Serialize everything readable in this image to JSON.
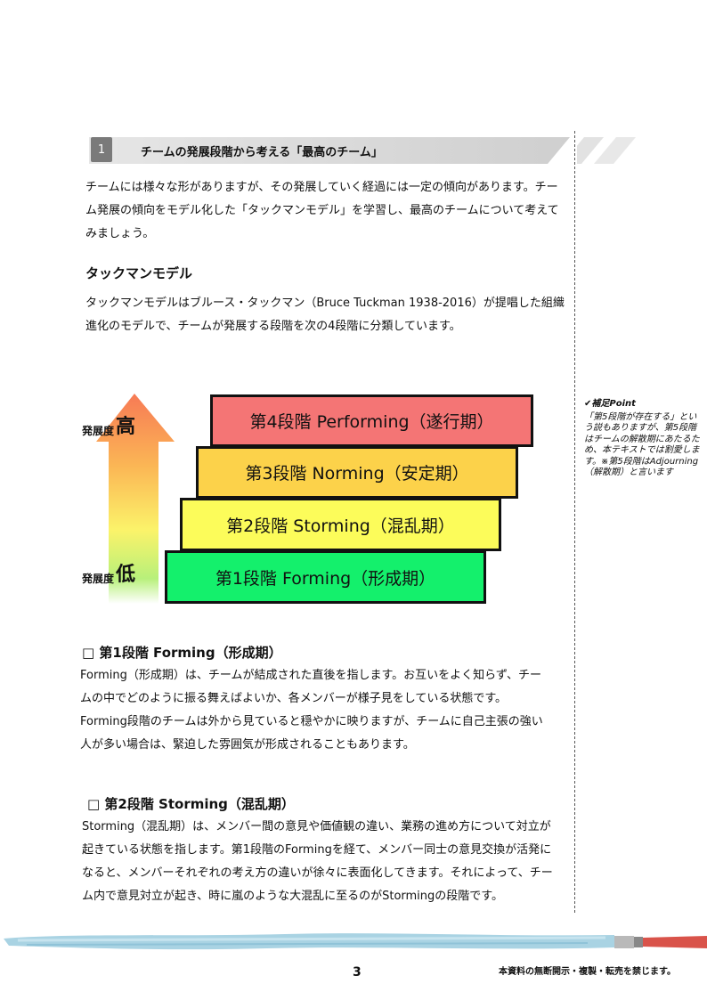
{
  "section": {
    "number": "1",
    "title": "チームの発展段階から考える「最高のチーム」"
  },
  "intro": "チームには様々な形がありますが、その発展していく経過には一定の傾向があります。チーム発展の傾向をモデル化した「タックマンモデル」を学習し、最高のチームについて考えてみましょう。",
  "tuckman": {
    "heading": "タックマンモデル",
    "text": "タックマンモデルはブルース・タックマン（Bruce Tuckman 1938-2016）が提唱した組織進化のモデルで、チームが発展する段階を次の4段階に分類しています。"
  },
  "diagram": {
    "high_label": "発展度",
    "high_char": "高",
    "low_label": "発展度",
    "low_char": "低",
    "stages": {
      "s4": "第4段階 Performing（遂行期）",
      "s3": "第3段階 Norming（安定期）",
      "s2": "第2段階 Storming（混乱期）",
      "s1": "第1段階 Forming（形成期）"
    },
    "colors": {
      "s4": "#f47575",
      "s3": "#fcd24a",
      "s2": "#fcfc5a",
      "s1": "#14f06c"
    }
  },
  "point": {
    "heading": "✔補足Point",
    "text": "「第5段階が存在する」という説もありますが、第5段階はチームの解散期にあたるため、本テキストでは割愛します。※第5段階はAdjourning（解散期）と言います"
  },
  "stage1": {
    "heading": "□ 第1段階 Forming（形成期）",
    "text": "Forming（形成期）は、チームが結成された直後を指します。お互いをよく知らず、チームの中でどのように振る舞えばよいか、各メンバーが様子見をしている状態です。Forming段階のチームは外から見ていると穏やかに映りますが、チームに自己主張の強い人が多い場合は、緊迫した雰囲気が形成されることもあります。"
  },
  "stage2": {
    "heading": "□ 第2段階 Storming（混乱期）",
    "text": "Storming（混乱期）は、メンバー間の意見や価値観の違い、業務の進め方について対立が起きている状態を指します。第1段階のFormingを経て、メンバー同士の意見交換が活発になると、メンバーそれぞれの考え方の違いが徐々に表面化してきます。それによって、チーム内で意見対立が起き、時に嵐のような大混乱に至るのがStormingの段階です。"
  },
  "footer": {
    "page": "3",
    "notice": "本資料の無断開示・複製・転売を禁じます。"
  }
}
